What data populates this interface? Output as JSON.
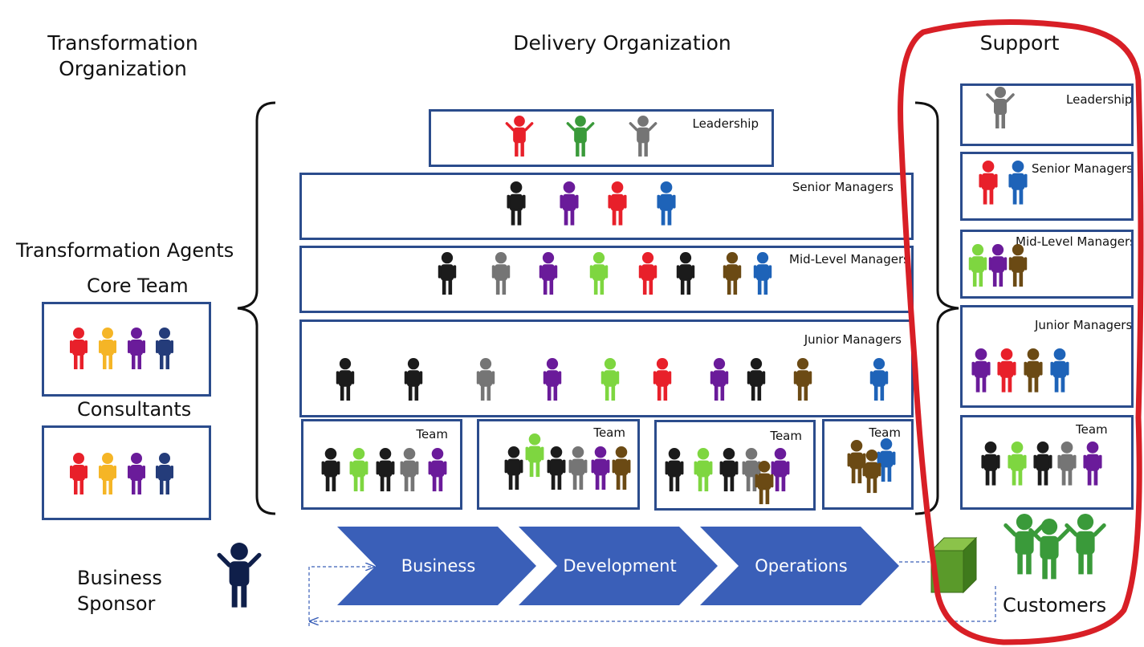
{
  "headings": {
    "transformation_org": "Transformation\nOrganization",
    "delivery_org": "Delivery Organization",
    "support": "Support"
  },
  "left": {
    "agents": "Transformation Agents",
    "core_team": "Core Team",
    "consultants": "Consultants",
    "sponsor": "Business\nSponsor"
  },
  "delivery_levels": {
    "leadership": "Leadership",
    "senior": "Senior Managers",
    "mid": "Mid-Level Managers",
    "junior": "Junior Managers",
    "team": "Team"
  },
  "support_levels": {
    "leadership": "Leadership",
    "senior": "Senior Managers",
    "mid": "Mid-Level Managers",
    "junior": "Junior Managers",
    "team": "Team"
  },
  "flow": [
    "Business",
    "Development",
    "Operations"
  ],
  "customers": "Customers",
  "colors": {
    "red": "#e8202a",
    "yellow": "#f5b526",
    "purple": "#6a1b9a",
    "navy": "#243c7a",
    "black": "#1b1b1b",
    "gray": "#757575",
    "lightgreen": "#7ed640",
    "green": "#3a9a3a",
    "blue": "#1e63b8",
    "brown": "#6b4a14",
    "darknavy": "#0f1f4a",
    "border": "#2b4c8c",
    "chevron": "#3a5fb8",
    "highlight": "#d81f26",
    "cube": "#5a9a2a"
  },
  "icons": [
    "person-icon",
    "cube-icon",
    "chevron-arrow",
    "brace-icon"
  ]
}
